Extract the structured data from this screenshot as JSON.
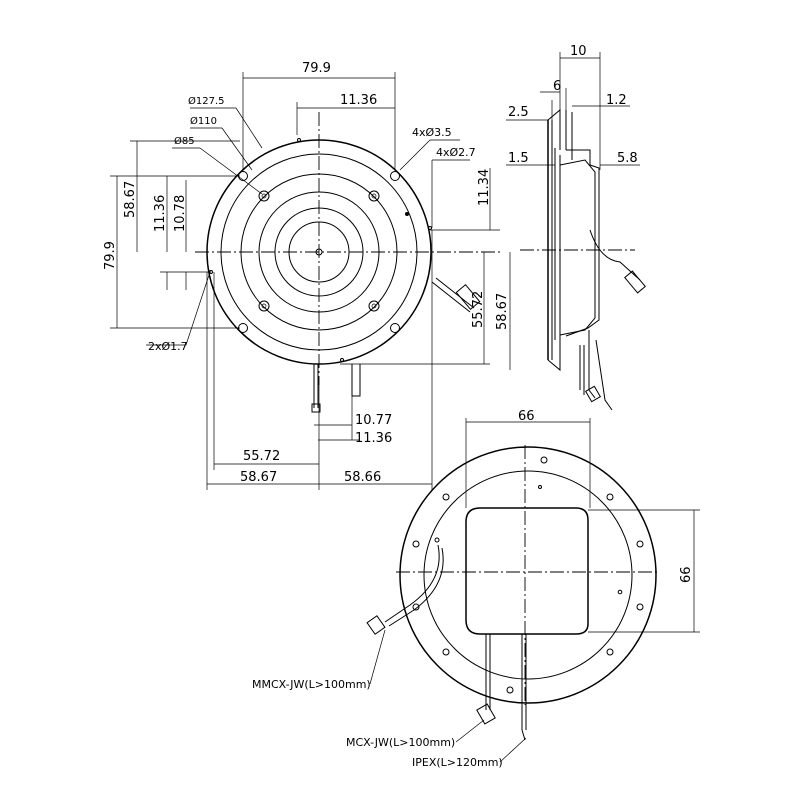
{
  "top_view": {
    "dims": {
      "width_top": "79.9",
      "offset_hole": "11.36",
      "hole_4x35": "4xØ3.5",
      "hole_4x27": "4xØ2.7",
      "right_1134": "11.34",
      "dia_127": "Ø127.5",
      "dia_110": "Ø110",
      "dia_85": "Ø85",
      "left_5867": "58.67",
      "left_1136": "11.36",
      "left_1078": "10.78",
      "left_799": "79.9",
      "right_5572": "55.72",
      "right_5867": "58.67",
      "hole_2x17": "2xØ1.7",
      "bot_1077": "10.77",
      "bot_1136": "11.36",
      "bot_5572": "55.72",
      "bot_5867": "58.67",
      "bot_5866": "58.66"
    }
  },
  "side_view": {
    "dims": {
      "d10": "10",
      "d6": "6",
      "d25": "2.5",
      "d12": "1.2",
      "d15": "1.5",
      "d58": "5.8"
    }
  },
  "bottom_view": {
    "dims": {
      "d66_top": "66",
      "d66_right": "66"
    },
    "connectors": {
      "mmcx": "MMCX-JW(L>100mm)",
      "mcx": "MCX-JW(L>100mm)",
      "ipex": "IPEX(L>120mm)"
    }
  }
}
